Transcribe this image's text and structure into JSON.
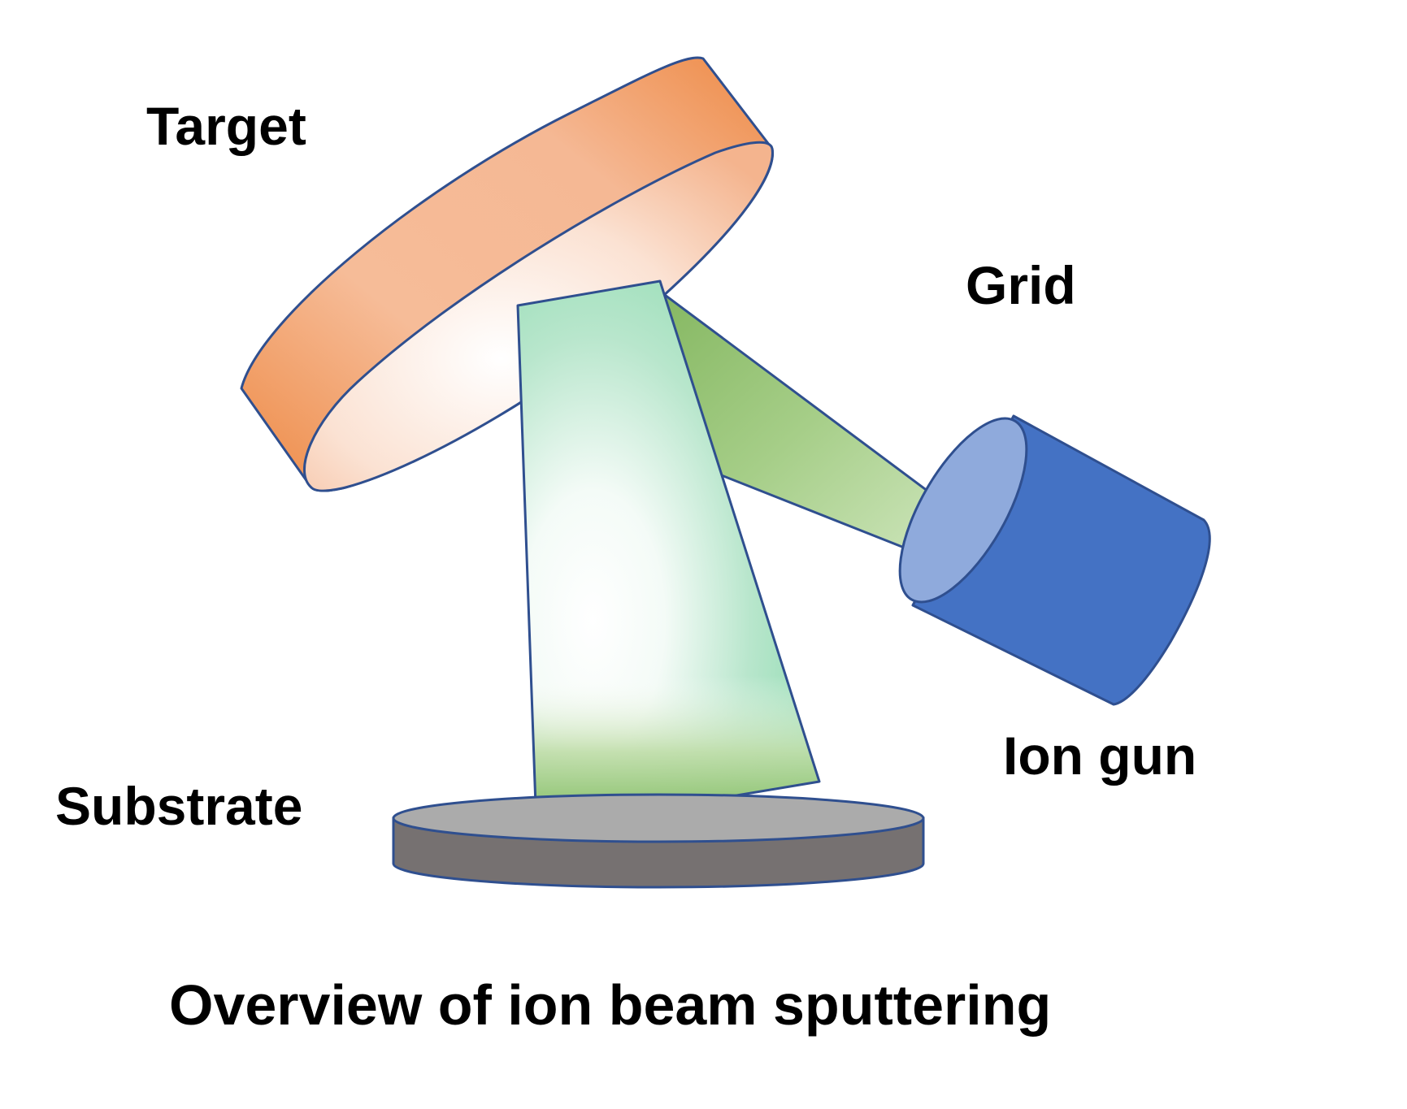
{
  "labels": {
    "target": "Target",
    "grid": "Grid",
    "ion_gun": "Ion gun",
    "substrate": "Substrate",
    "caption": "Overview of ion beam sputtering"
  },
  "colors": {
    "outline": "#2F4F8F",
    "target_orange": "#EE8A45",
    "target_light": "#FDF1EA",
    "deposition_green_top": "#8EDBB0",
    "deposition_green_bottom": "#7AB85A",
    "ion_beam_green": "#86B862",
    "ion_beam_light": "#C5DFB0",
    "ion_gun_body": "#4472C4",
    "ion_gun_face": "#8FAADC",
    "substrate_top": "#ABABAB",
    "substrate_side": "#767171"
  }
}
